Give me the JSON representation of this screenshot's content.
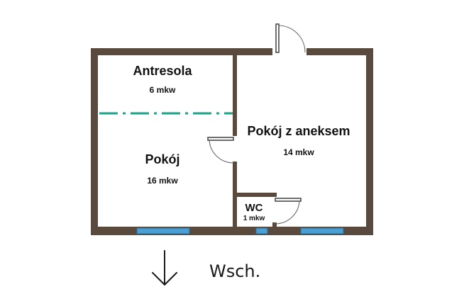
{
  "rooms": {
    "antresola": {
      "name": "Antresola",
      "area": "6 mkw"
    },
    "pokoj": {
      "name": "Pokój",
      "area": "16 mkw"
    },
    "pokoj_z_aneksem": {
      "name": "Pokój z aneksem",
      "area": "14 mkw"
    },
    "wc": {
      "name": "WC",
      "area": "1 mkw"
    }
  },
  "orientation": {
    "label": "Wsch.",
    "arrow_icon": "arrow-down-icon"
  },
  "colors": {
    "wall": "#5a4a3d",
    "window": "#4aa0d4",
    "mezzanine_line": "#1aa389"
  }
}
